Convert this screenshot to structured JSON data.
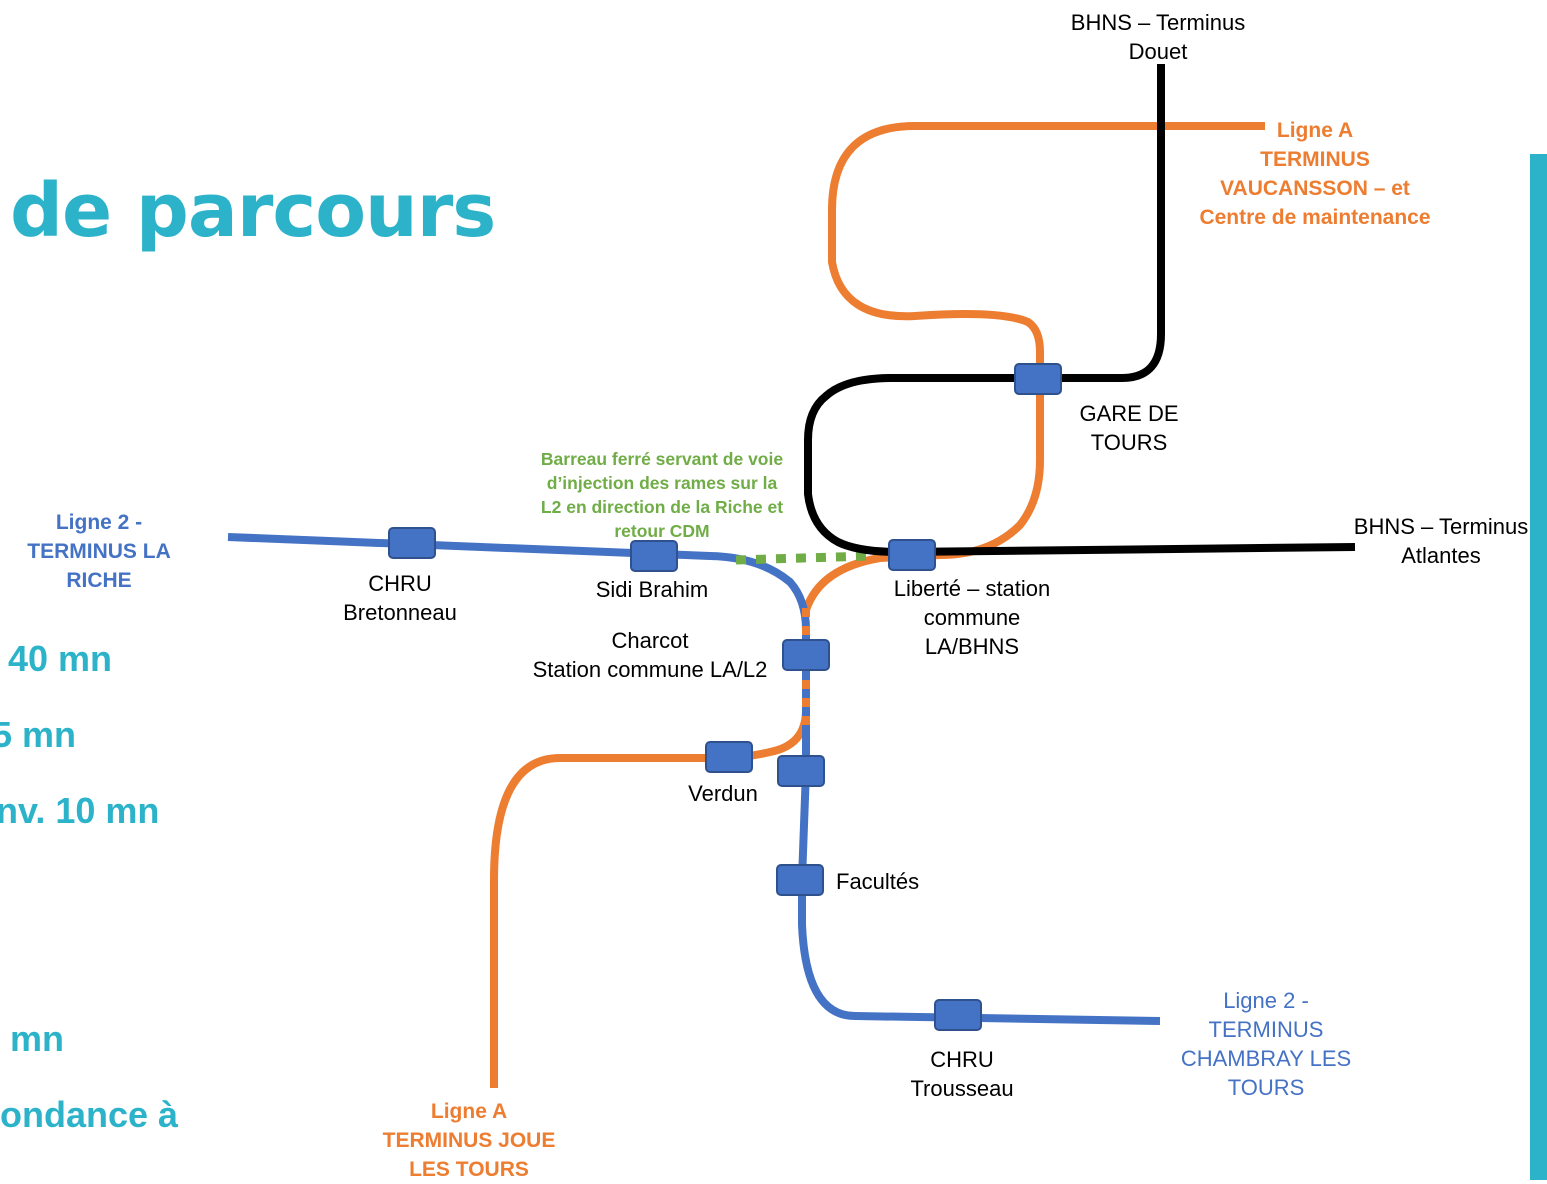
{
  "slide": {
    "title": "de parcours",
    "side_texts": [
      "40 mn",
      "5 mn",
      "nv. 10 mn",
      "mn",
      "ondance à"
    ]
  },
  "colors": {
    "accent": "#2CB3C9",
    "ligne_a": "#ED7D31",
    "ligne_2": "#4472C4",
    "bhns": "#000000",
    "barreau": "#70AD47",
    "station_fill": "#4472C4",
    "station_stroke": "#2F528F"
  },
  "map": {
    "terminus": {
      "bhns_douet": [
        "BHNS – Terminus",
        "Douet"
      ],
      "ligne_a_vaucansson": [
        "Ligne A",
        "TERMINUS",
        "VAUCANSSON –  et",
        "Centre de maintenance"
      ],
      "bhns_atlantes": [
        "BHNS – Terminus",
        "Atlantes"
      ],
      "ligne2_la_riche": [
        "Ligne 2 -",
        "TERMINUS LA",
        "RICHE"
      ],
      "ligne2_chambray": [
        "Ligne 2 -",
        "TERMINUS",
        "CHAMBRAY LES",
        "TOURS"
      ],
      "ligne_a_joue": [
        "Ligne A",
        "TERMINUS JOUE",
        "LES TOURS"
      ]
    },
    "barreau_note": [
      "Barreau ferré servant de voie",
      "d’injection des rames sur la",
      "L2 en direction de la Riche et",
      "retour CDM"
    ],
    "stations": {
      "gare": [
        "GARE DE",
        "TOURS"
      ],
      "liberte": [
        "Liberté – station",
        "commune",
        "LA/BHNS"
      ],
      "chru_bretonneau": [
        "CHRU",
        "Bretonneau"
      ],
      "sidi_brahim": [
        "Sidi Brahim"
      ],
      "charcot": [
        "Charcot",
        "Station commune LA/L2"
      ],
      "verdun": [
        "Verdun"
      ],
      "facultes": [
        "Facultés"
      ],
      "chru_trousseau": [
        "CHRU",
        "Trousseau"
      ]
    }
  }
}
